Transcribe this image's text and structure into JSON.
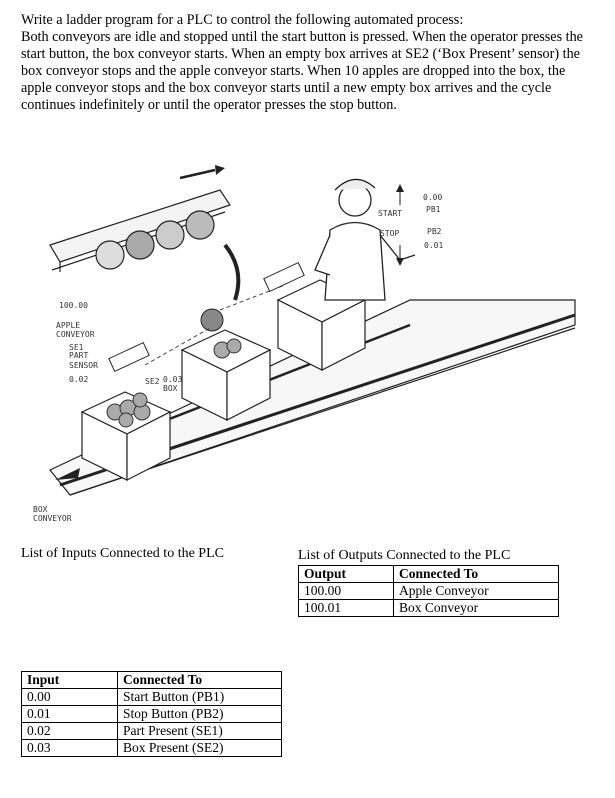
{
  "problem": {
    "lines": [
      "Write a ladder program for a PLC to control the following automated process:",
      "Both conveyors are idle and stopped until the start button is pressed. When the operator presses the start button, the box conveyor starts. When an empty box arrives at SE2 (‘Box Present’ sensor) the box conveyor stops and the apple conveyor starts.  When 10 apples are dropped into the box, the apple conveyor stops and the box conveyor starts until a new empty box arrives and the cycle continues indefinitely or until the operator presses the stop button."
    ]
  },
  "figure": {
    "labels": {
      "start_addr": "0.00",
      "start_pb": "PB1",
      "start_text": "START",
      "stop_text": "STOP",
      "stop_pb": "PB2",
      "stop_addr": "0.01",
      "apple_addr": "100.00",
      "apple_line1": "APPLE",
      "apple_line2": "CONVEYOR",
      "se1_line1": "SE1",
      "se1_line2": "PART",
      "se1_line3": "SENSOR",
      "se1_addr": "0.02",
      "se2_name": "SE2",
      "se2_addr": "0.03",
      "se2_box": "BOX",
      "box_line1": "BOX",
      "box_line2": "CONVEYOR"
    }
  },
  "inputs": {
    "caption": "List of Inputs Connected to the PLC",
    "headers": [
      "Input",
      "Connected To"
    ],
    "rows": [
      [
        "0.00",
        "Start Button (PB1)"
      ],
      [
        "0.01",
        "Stop Button (PB2)"
      ],
      [
        "0.02",
        "Part Present (SE1)"
      ],
      [
        "0.03",
        "Box Present (SE2)"
      ]
    ]
  },
  "outputs": {
    "caption": "List of Outputs Connected to the PLC",
    "headers": [
      "Output",
      "Connected To"
    ],
    "rows": [
      [
        "100.00",
        "Apple Conveyor"
      ],
      [
        "100.01",
        "Box Conveyor"
      ]
    ]
  }
}
